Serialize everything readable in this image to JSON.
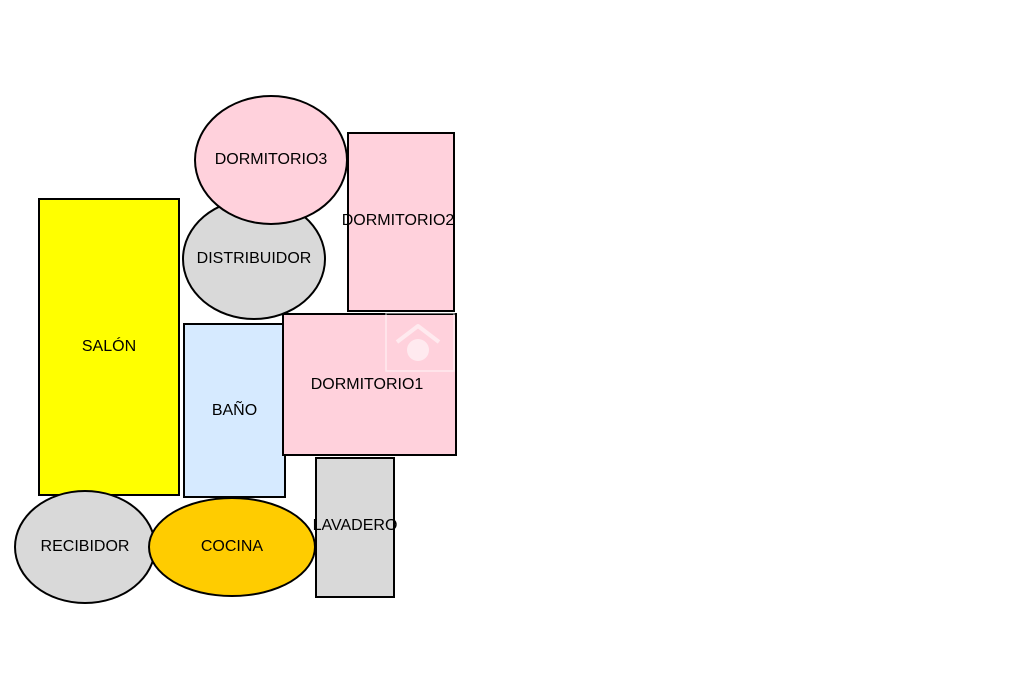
{
  "rooms": {
    "salon": {
      "label": "SALÓN",
      "color": "#ffff00"
    },
    "bano": {
      "label": "BAÑO",
      "color": "#d6eaff"
    },
    "distribuidor": {
      "label": "DISTRIBUIDOR",
      "color": "#d9d9d9"
    },
    "dormitorio3": {
      "label": "DORMITORIO3",
      "color": "#ffd1dc"
    },
    "dormitorio2": {
      "label": "DORMITORIO2",
      "color": "#ffd1dc"
    },
    "dormitorio1": {
      "label": "DORMITORIO1",
      "color": "#ffd1dc"
    },
    "lavadero": {
      "label": "LAVADERO",
      "color": "#d9d9d9"
    },
    "recibidor": {
      "label": "RECIBIDOR",
      "color": "#d9d9d9"
    },
    "cocina": {
      "label": "COCINA",
      "color": "#ffcc00"
    }
  },
  "watermark": {
    "icon": "house-icon"
  }
}
